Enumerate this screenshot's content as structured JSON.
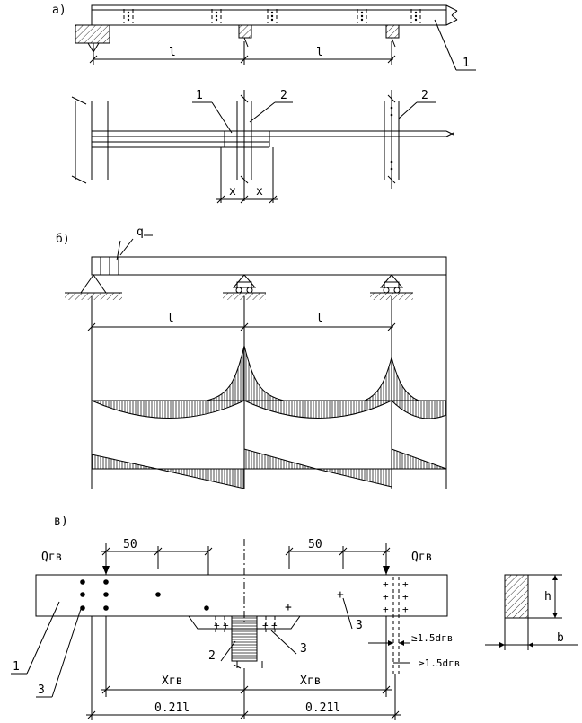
{
  "panel_a": {
    "label": "а)",
    "span_label_1": "l",
    "span_label_2": "l",
    "callout_1": "1",
    "plan_callout_1": "1",
    "plan_callout_2a": "2",
    "plan_callout_2b": "2",
    "x_label_1": "x",
    "x_label_2": "x"
  },
  "panel_b": {
    "label": "б)",
    "load_label": "q",
    "span_label_1": "l",
    "span_label_2": "l"
  },
  "panel_c": {
    "label": "в)",
    "force_left": "Qгв",
    "force_right": "Qгв",
    "dim_50_left": "50",
    "dim_50_right": "50",
    "callout_1": "1",
    "callout_2": "2",
    "callout_3a": "3",
    "callout_3b": "3",
    "callout_3c": "3",
    "edge_dist_1": "≥1.5dгв",
    "edge_dist_2": "≥1.5dгв",
    "x_left": "Xгв",
    "x_right": "Xгв",
    "len_left": "0.21l",
    "len_right": "0.21l",
    "section_h": "h",
    "section_b": "b"
  }
}
